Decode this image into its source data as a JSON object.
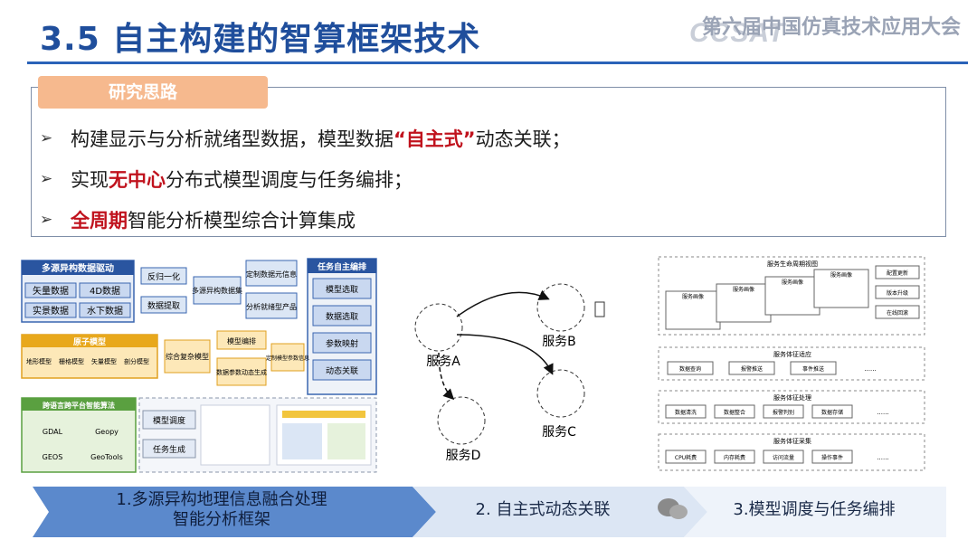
{
  "title": "3.5 自主构建的智算框架技术",
  "logo": {
    "mark": "CCSAT",
    "name": "第六届中国仿真技术应用大会"
  },
  "section_tag": "研究思路",
  "bullets": [
    {
      "before": "构建显示与分析就绪型数据，模型数据",
      "highlight": "“自主式”",
      "after": "动态关联；"
    },
    {
      "before": "实现",
      "highlight": "无中心",
      "after": "分布式模型调度与任务编排；"
    },
    {
      "before": "",
      "highlight": "全周期",
      "after": "智能分析模型综合计算集成"
    }
  ],
  "diagram1": {
    "source_title": "多源异构数据驱动",
    "sources": [
      "矢量数据",
      "4D数据",
      "实景数据",
      "水下数据"
    ],
    "proc1": [
      "反归一化",
      "数据提取"
    ],
    "dataset": "多源异构数据集",
    "out1": [
      "定制数据元信息",
      "分析就绪型产品"
    ],
    "task_title": "任务自主编排",
    "tasks": [
      "模型选取",
      "数据选取",
      "参数映射",
      "动态关联"
    ],
    "atom_title": "原子模型",
    "atoms": [
      "地形模型",
      "栅格模型",
      "矢量模型",
      "剖分模型"
    ],
    "complex_model": "综合复杂模型",
    "mid": [
      "模型编排",
      "数据参数动态生成"
    ],
    "custom_model": "定制模型参数信息",
    "algo_title": "跨语言跨平台智能算法",
    "algos": [
      "GDAL",
      "Geopy",
      "GEOS",
      "GeoTools"
    ],
    "sched": [
      "模型调度",
      "任务生成"
    ]
  },
  "diagram2": {
    "services": [
      "服务A",
      "服务B",
      "服务C",
      "服务D"
    ]
  },
  "diagram3": {
    "top_title": "服务生命周期视图",
    "images": [
      "服务画像",
      "服务画像",
      "服务画像",
      "服务画像"
    ],
    "side": [
      "配置更新",
      "版本升级",
      "在线回滚"
    ],
    "layer1": "服务体征适应",
    "l1": [
      "数据查询",
      "报警推送",
      "事件推送"
    ],
    "layer2": "服务体征处理",
    "l2": [
      "数据清洗",
      "数据整合",
      "报警判别",
      "数据存储"
    ],
    "layer3": "服务体征采集",
    "l3": [
      "CPU耗费",
      "内存耗费",
      "访问流量",
      "操作事件"
    ],
    "ellipsis": "......"
  },
  "stages": [
    {
      "line1": "1.多源异构地理信息融合处理",
      "line2": "智能分析框架"
    },
    {
      "line1": "2. 自主式动态关联",
      "line2": ""
    },
    {
      "line1": "3.模型调度与任务编排",
      "line2": ""
    }
  ],
  "colors": {
    "title": "#1f4e9c",
    "accent_red": "#c0121d",
    "tag": "#f6b98e",
    "arrow_dark": "#4f7fc4",
    "arrow_light": "#dbe6f5"
  }
}
